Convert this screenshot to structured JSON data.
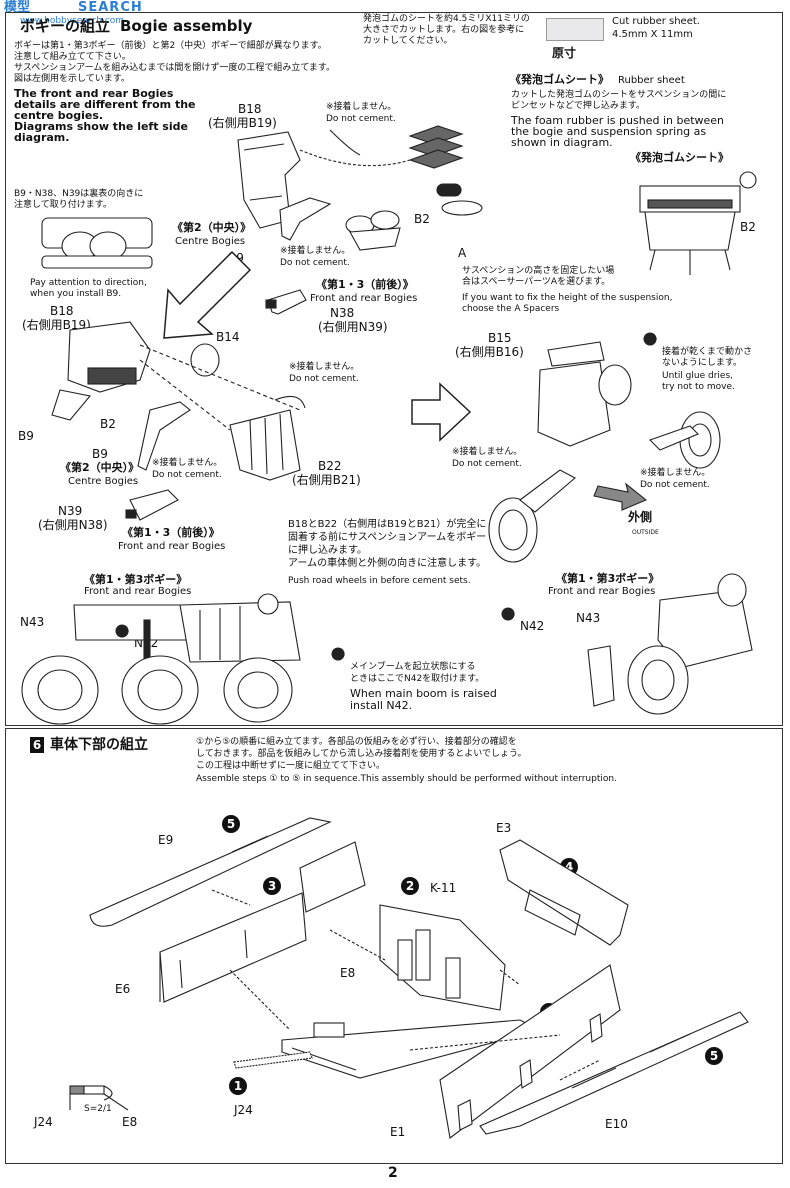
{
  "watermark": {
    "brand": "模型",
    "site": "SEARCH",
    "url": "www.hobbysearch.com"
  },
  "bogie": {
    "title_jp": "ボギーの組立",
    "title_en": "Bogie assembly",
    "intro_jp_1": "ボギーは第1・第3ボギー（前後）と第2（中央）ボギーで細部が異なります。",
    "intro_jp_2": "注意して組み立てて下さい。",
    "intro_jp_3": "サスペンションアームを組み込むまでは間を開けず一度の工程で組み立てます。",
    "intro_jp_4": "図は左側用を示しています。",
    "intro_en_1": "The front and rear Bogies",
    "intro_en_2": "details are different from the",
    "intro_en_3": "centre bogies.",
    "intro_en_4": "Diagrams show the left side",
    "intro_en_5": "diagram.",
    "cut_jp_1": "発泡ゴムのシートを約4.5ミリX11ミリの",
    "cut_jp_2": "大きさでカットします。右の図を参考に",
    "cut_jp_3": "カットしてください。",
    "cut_en_1": "Cut rubber sheet.",
    "cut_en_2": "4.5mm  X  11mm",
    "actual_size": "原寸",
    "rubber_title_jp": "《発泡ゴムシート》",
    "rubber_title_en": "Rubber sheet",
    "rubber_jp_1": "カットした発泡ゴムのシートをサスペンションの間に",
    "rubber_jp_2": "ピンセットなどで押し込みます。",
    "rubber_en_1": "The foam rubber is pushed in between",
    "rubber_en_2": "the bogie and suspension spring as",
    "rubber_en_3": "shown in diagram.",
    "rubber_title2_jp": "《発泡ゴムシート》",
    "b9_jp_1": "B9・N38、N39は裏表の向きに",
    "b9_jp_2": "注意して取り付けます。",
    "b9_en_1": "Pay attention to direction,",
    "b9_en_2": "when you install B9.",
    "spacer_jp_1": "サスペンションの高さを固定したい場",
    "spacer_jp_2": "合はスペーサーパーツAを選びます。",
    "spacer_en_1": "If you want to fix the height of the suspension,",
    "spacer_en_2": "choose the A Spacers",
    "no_cement_jp": "※接着しません。",
    "no_cement_en": "Do not cement.",
    "centre_jp": "《第2（中央）》",
    "centre_en": "Centre Bogies",
    "front_rear_jp": "《第1・3（前後）》",
    "front_rear_en": "Front and rear Bogies",
    "glue_jp_1": "接着が乾くまで動かさ",
    "glue_jp_2": "ないようにします。",
    "glue_en_1": "Until glue dries,",
    "glue_en_2": "try not to move.",
    "outside_jp": "外側",
    "outside_en": "OUTSIDE",
    "push_jp_1": "B18とB22（右側用はB19とB21）が完全に",
    "push_jp_2": "固着する前にサスペンションアームをボギー",
    "push_jp_3": "に押し込みます。",
    "push_jp_4": "アームの車体側と外側の向きに注意します。",
    "push_en": "Push road wheels in before cement sets.",
    "fr13_jp": "《第1・第3ボギー》",
    "fr13_en": "Front and rear Bogies",
    "boom_jp_1": "メインブームを起立状態にする",
    "boom_jp_2": "ときはここでN42を取付けます。",
    "boom_en_1": "When main boom is raised",
    "boom_en_2": "install N42.",
    "parts": {
      "b18": "B18",
      "b18r": "(右側用B19)",
      "b2": "B2",
      "b9": "B9",
      "a": "A",
      "n38": "N38",
      "n38r": "(右側用N39)",
      "b14": "B14",
      "b22": "B22",
      "b22r": "(右側用B21)",
      "n39": "N39",
      "n39r": "(右側用N38)",
      "b15": "B15",
      "b15r": "(右側用B16)",
      "n43": "N43",
      "n42": "N42"
    }
  },
  "step6": {
    "number": "6",
    "title_jp": "車体下部の組立",
    "note_jp_1": "①から⑤の順番に組み立てます。各部品の仮組みを必ず行い、接着部分の確認を",
    "note_jp_2": "しておきます。部品を仮組みしてから流し込み接着剤を使用するとよいでしょう。",
    "note_jp_3": "この工程は中断せずに一度に組立てて下さい。",
    "note_en": "Assemble steps ① to ⑤ in sequence.This assembly should be performed without interruption.",
    "parts": {
      "e9": "E9",
      "e3": "E3",
      "k11": "K-11",
      "e6": "E6",
      "e8": "E8",
      "e1": "E1",
      "e10": "E10",
      "j24": "J24",
      "e8b": "E8",
      "ratio": "S=2/1"
    },
    "steps": [
      "1",
      "2",
      "3",
      "3",
      "4",
      "5",
      "5"
    ]
  },
  "page_number": "2"
}
